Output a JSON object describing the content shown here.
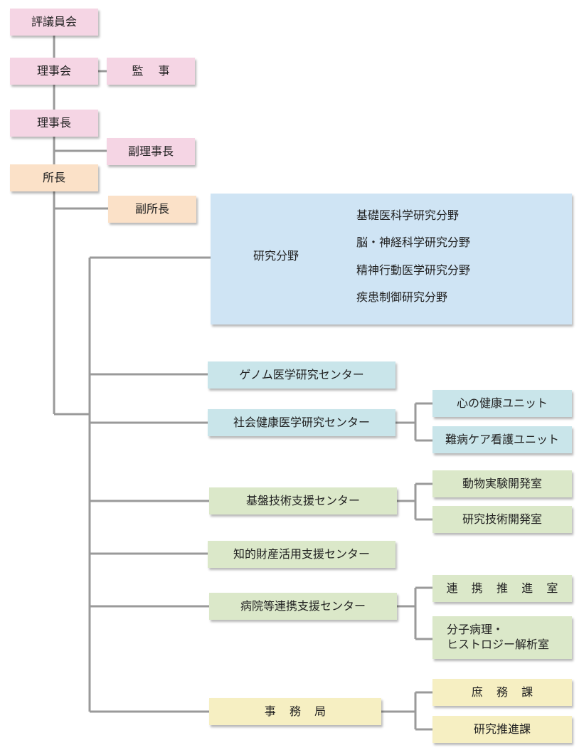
{
  "colors": {
    "line": "#9a9a9a",
    "governance": "#f5d5e4",
    "director": "#fbe1c8",
    "research": "#cfe4f4",
    "centers_teal": "#c9e5ea",
    "centers_green": "#dbe8c9",
    "office": "#f6efc2"
  },
  "governance": {
    "council": "評議員会",
    "board": "理事会",
    "auditor": "監 事",
    "chairman": "理事長",
    "vice_chairman": "副理事長"
  },
  "director": {
    "director": "所長",
    "vice_director": "副所長"
  },
  "research": {
    "title": "研究分野",
    "fields": [
      "基礎医科学研究分野",
      "脳・神経科学研究分野",
      "精神行動医学研究分野",
      "疾患制御研究分野"
    ]
  },
  "centers": {
    "genome": "ゲノム医学研究センター",
    "social": "社会健康医学研究センター",
    "social_units": [
      "心の健康ユニット",
      "難病ケア看護ユニット"
    ],
    "platform": "基盤技術支援センター",
    "platform_units": [
      "動物実験開発室",
      "研究技術開発室"
    ],
    "ip": "知的財産活用支援センター",
    "hospital": "病院等連携支援センター",
    "hospital_units": [
      "連携推進室",
      "分子病理・\nヒストロジー解析室"
    ]
  },
  "office": {
    "title": "事務局",
    "units": [
      "庶務課",
      "研究推進課"
    ]
  }
}
